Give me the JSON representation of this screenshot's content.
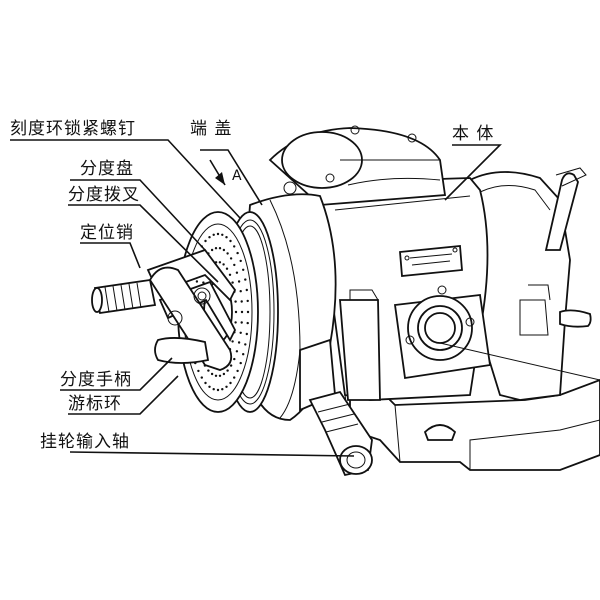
{
  "labels": {
    "ring_screw": "刻度环锁紧螺钉",
    "end_cover": "端 盖",
    "body": "本 体",
    "index_plate": "分度盘",
    "fork": "分度拨叉",
    "pin": "定位销",
    "handle": "分度手柄",
    "vernier": "游标环",
    "shaft": "挂轮输入轴",
    "view_a": "A"
  }
}
